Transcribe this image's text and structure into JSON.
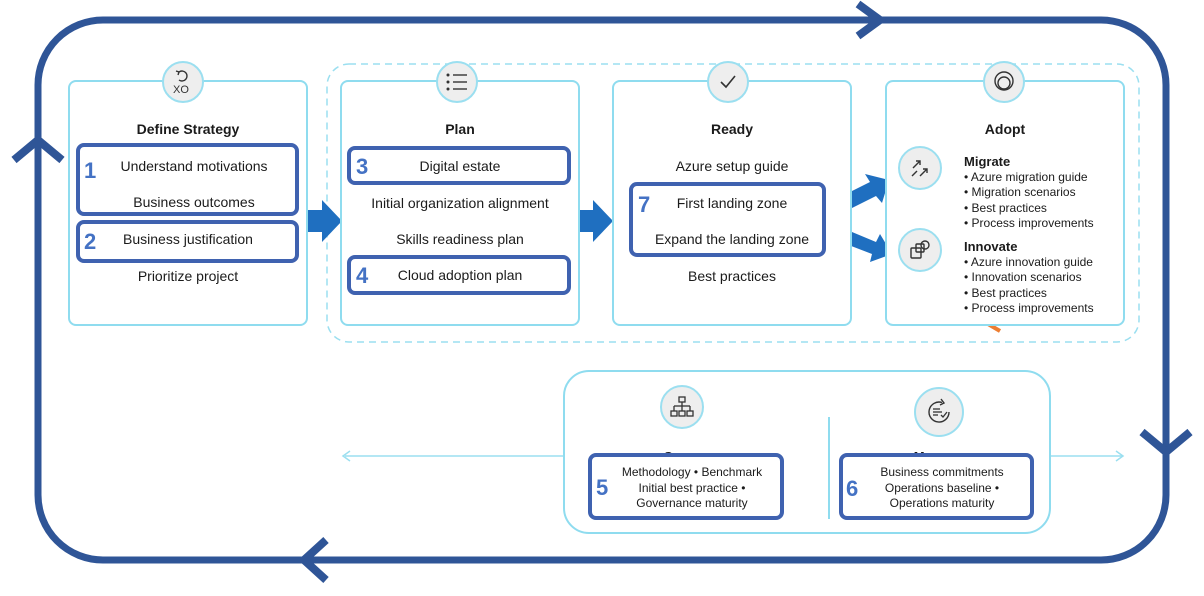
{
  "stages": {
    "strategy": {
      "title": "Define Strategy",
      "items": [
        "Understand motivations",
        "Business outcomes",
        "Business justification",
        "Prioritize project"
      ]
    },
    "plan": {
      "title": "Plan",
      "items": [
        "Digital estate",
        "Initial organization alignment",
        "Skills readiness plan",
        "Cloud adoption plan"
      ]
    },
    "ready": {
      "title": "Ready",
      "items": [
        "Azure setup guide",
        "First landing zone",
        "Expand the landing zone",
        "Best practices"
      ]
    },
    "adopt": {
      "title": "Adopt",
      "migrate": {
        "title": "Migrate",
        "items": [
          "• Azure migration guide",
          "• Migration scenarios",
          "• Best practices",
          "• Process improvements"
        ]
      },
      "innovate": {
        "title": "Innovate",
        "items": [
          "• Azure innovation guide",
          "• Innovation scenarios",
          "• Best practices",
          "• Process improvements"
        ]
      }
    },
    "govern": {
      "title": "Govern",
      "lines": [
        "Methodology • Benchmark",
        "Initial best practice •",
        "Governance maturity"
      ]
    },
    "manage": {
      "title": "Manage",
      "lines": [
        "Business commitments",
        "Operations baseline •",
        "Operations maturity"
      ]
    }
  },
  "numbers": [
    "1",
    "2",
    "3",
    "4",
    "5",
    "6",
    "7"
  ],
  "colors": {
    "cycle": "#2f5597",
    "highlight": "#3f62b0",
    "number": "#4472c4",
    "card_border": "#8fdcef",
    "flow_arrow": "#1f6fc0",
    "innovate_loop": "#ed7d31"
  },
  "icons": [
    "strategy-icon",
    "plan-list-icon",
    "ready-check-icon",
    "adopt-icon",
    "migrate-icon",
    "innovate-icon",
    "govern-hierarchy-icon",
    "manage-icon"
  ]
}
